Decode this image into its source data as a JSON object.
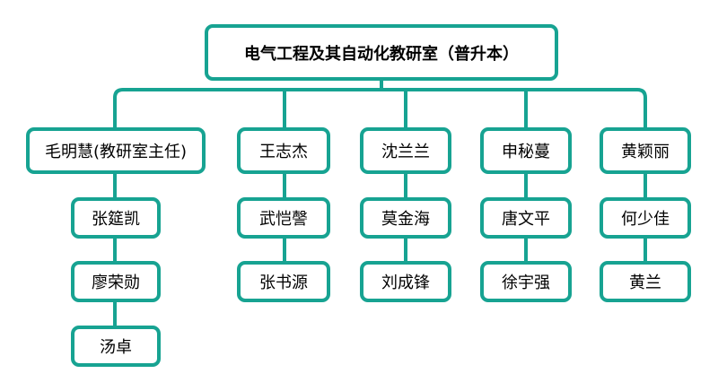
{
  "colors": {
    "border": "#17a392",
    "text": "#000000",
    "background": "#ffffff"
  },
  "root": {
    "label": "电气工程及其自动化教研室（普升本）"
  },
  "columns": [
    {
      "head": "毛明慧(教研室主任)",
      "members": [
        "张筵凯",
        "廖荣勋",
        "汤卓"
      ]
    },
    {
      "head": "王志杰",
      "members": [
        "武恺謦",
        "张书源"
      ]
    },
    {
      "head": "沈兰兰",
      "members": [
        "莫金海",
        "刘成锋"
      ]
    },
    {
      "head": "申秘蔓",
      "members": [
        "唐文平",
        "徐宇强"
      ]
    },
    {
      "head": "黄颖丽",
      "members": [
        "何少佳",
        "黄兰"
      ]
    }
  ]
}
